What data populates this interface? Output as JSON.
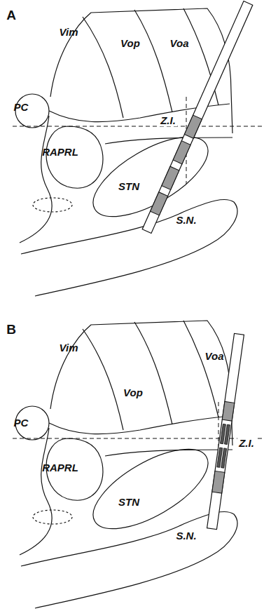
{
  "diagram": {
    "nodes": [
      {
        "text": [
          "PC"
        ]
      },
      {
        "text": [
          "RAPRL"
        ]
      },
      {
        "text": [
          "STN"
        ]
      },
      {
        "text": [
          "S.N."
        ]
      },
      {
        "text": [
          "PC"
        ]
      },
      {
        "text": [
          "RAPRL"
        ]
      },
      {
        "text": [
          "STN"
        ]
      },
      {
        "text": [
          "S.N."
        ]
      }
    ],
    "labels": [
      "A",
      "Vim",
      "Vop",
      "Voa",
      "Z.I.",
      "B",
      "Vim",
      "Vop",
      "Voa",
      "Z.I."
    ]
  }
}
